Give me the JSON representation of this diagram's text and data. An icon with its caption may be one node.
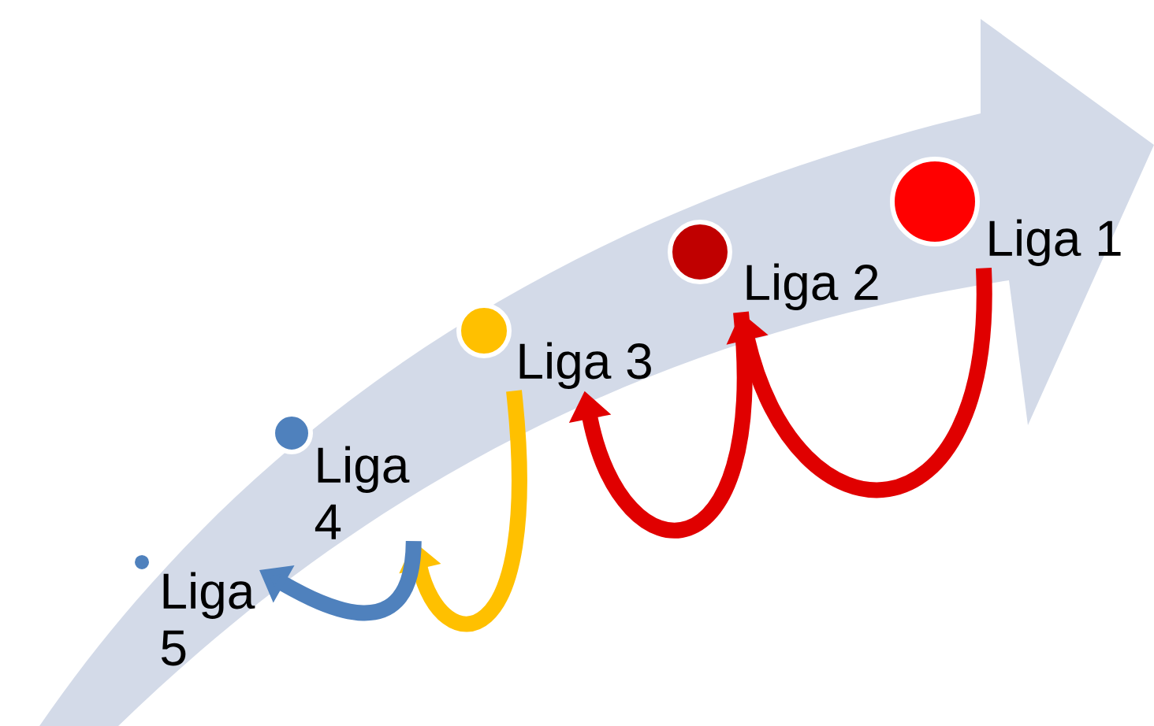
{
  "diagram": {
    "nodes": [
      {
        "text": [
          "Liga 5"
        ]
      },
      {
        "text": [
          "Liga 4"
        ]
      },
      {
        "text": [
          "Liga 3"
        ]
      },
      {
        "text": [
          "Liga 2"
        ]
      },
      {
        "text": [
          "Liga 1"
        ]
      }
    ],
    "edges": [
      {
        "from": 4,
        "to": 3,
        "arrow": "to"
      },
      {
        "from": 3,
        "to": 2,
        "arrow": "to"
      },
      {
        "from": 2,
        "to": 1,
        "arrow": "to",
        "color": "#ffc000"
      },
      {
        "from": 1,
        "to": 0,
        "arrow": "to",
        "color": "#4f81bd"
      }
    ]
  }
}
